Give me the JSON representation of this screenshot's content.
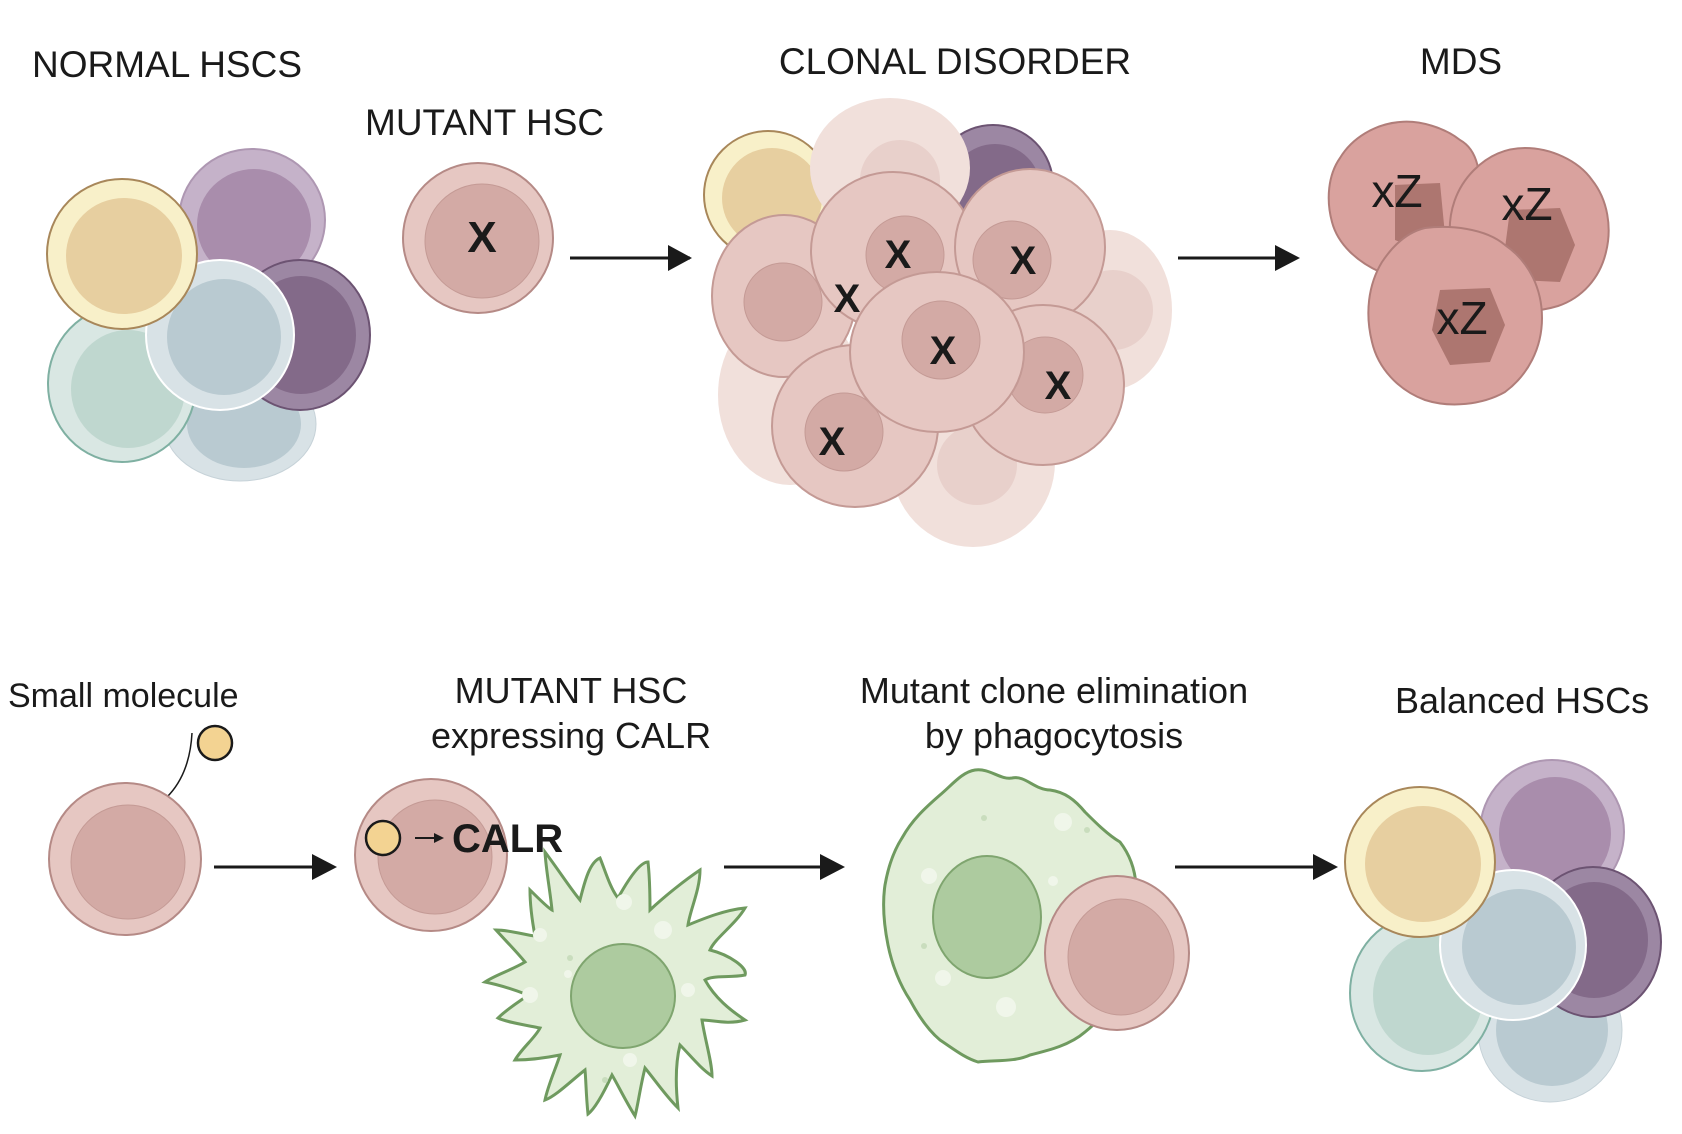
{
  "figure": {
    "top_row": {
      "stages": [
        {
          "id": "normal",
          "label": "NORMAL HSCS"
        },
        {
          "id": "mutant",
          "label": "MUTANT HSC",
          "marker": "X"
        },
        {
          "id": "clonal",
          "label": "CLONAL DISORDER",
          "marker": "X"
        },
        {
          "id": "mds",
          "label": "MDS",
          "marker": "xZ"
        }
      ]
    },
    "bottom_row": {
      "stages": [
        {
          "id": "small-molecule",
          "label": "Small molecule"
        },
        {
          "id": "mutant-calr",
          "label_line1": "MUTANT HSC",
          "label_line2": "expressing CALR",
          "protein_label": "CALR"
        },
        {
          "id": "elimination",
          "label_line1": "Mutant clone elimination",
          "label_line2": "by phagocytosis"
        },
        {
          "id": "balanced",
          "label": "Balanced HSCs"
        }
      ]
    },
    "colors": {
      "mutant_outer": "#e6c7c2",
      "mutant_inner": "#d3aaa5",
      "mutant_stroke": "#b58a86",
      "mds_body": "#d9a29e",
      "mds_nucleus": "#ad7670",
      "phagocyte_body": "#e2eed8",
      "phagocyte_nucleus": "#adcb9f",
      "phagocyte_stroke": "#6f9a5f",
      "molecule": "#f3d392",
      "arrow": "#1a1a1a"
    }
  }
}
